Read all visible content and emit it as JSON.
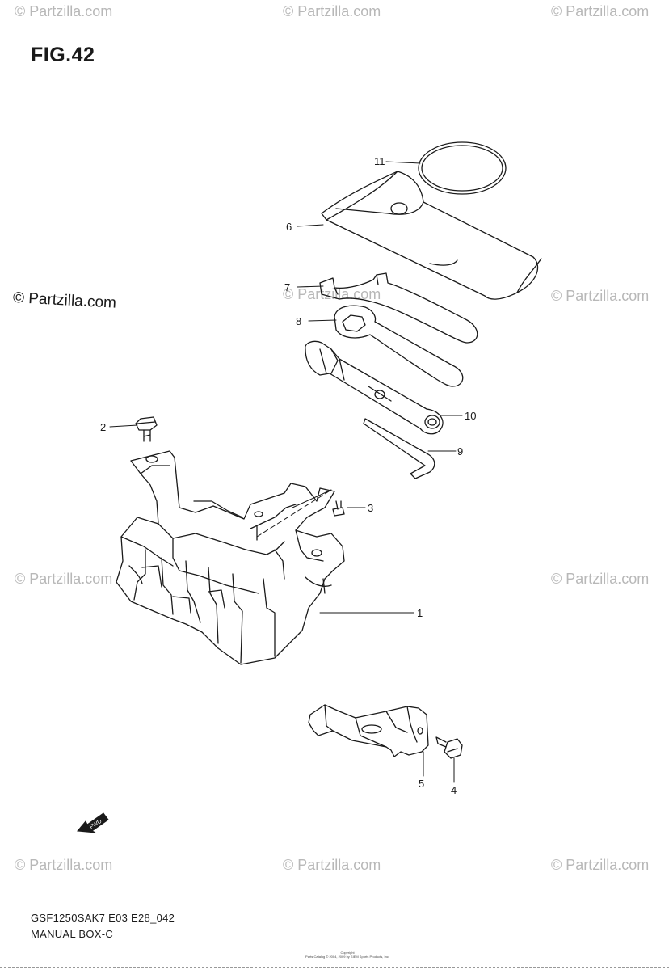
{
  "figure": {
    "title": "FIG.42",
    "code": "GSF1250SAK7 E03 E28_042",
    "name": "MANUAL BOX-C"
  },
  "watermark": {
    "text": "© Partzilla.com",
    "color": "#b8b8b8"
  },
  "callouts": [
    "1",
    "2",
    "3",
    "4",
    "5",
    "6",
    "7",
    "8",
    "9",
    "10",
    "11"
  ],
  "direction_marker": "FWD",
  "copyright_tiny": {
    "line1": "Copyright",
    "line2": "Parts Catalog © 2004, 2009 by SIEM Sports Products, Inc."
  }
}
